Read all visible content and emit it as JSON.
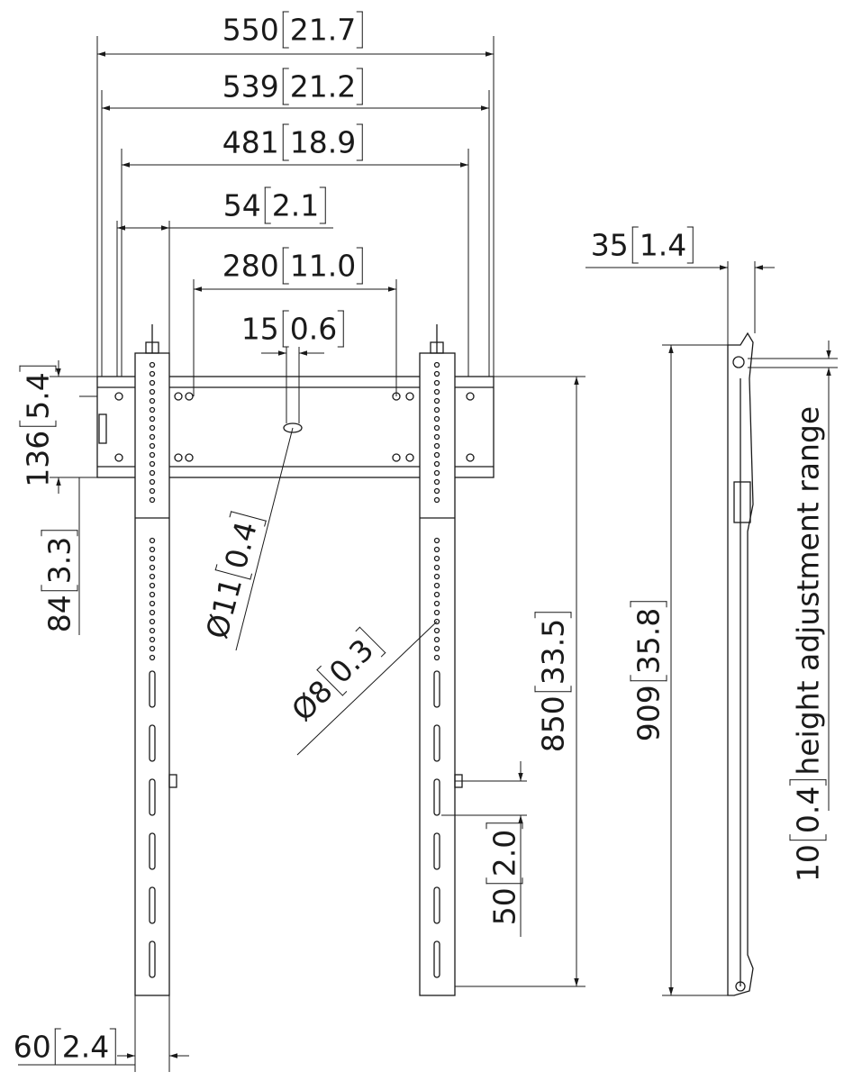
{
  "drawing": {
    "dimensions": {
      "width_overall": {
        "mm": "550",
        "in": "21.7"
      },
      "width_rail": {
        "mm": "539",
        "in": "21.2"
      },
      "width_arms": {
        "mm": "481",
        "in": "18.9"
      },
      "arm_offset": {
        "mm": "54",
        "in": "2.1"
      },
      "hole_spacing": {
        "mm": "280",
        "in": "11.0"
      },
      "center_slot": {
        "mm": "15",
        "in": "0.6"
      },
      "rail_height": {
        "mm": "136",
        "in": "5.4"
      },
      "rail_to_arm": {
        "mm": "84",
        "in": "3.3"
      },
      "hole_diameter_large": {
        "symbol": "Ø",
        "mm": "11",
        "in": "0.4"
      },
      "hole_diameter_small": {
        "symbol": "Ø",
        "mm": "8",
        "in": "0.3"
      },
      "arm_length": {
        "mm": "850",
        "in": "33.5"
      },
      "hole_pitch": {
        "mm": "50",
        "in": "2.0"
      },
      "arm_width": {
        "mm": "60",
        "in": "2.4"
      },
      "depth": {
        "mm": "35",
        "in": "1.4"
      },
      "total_height": {
        "mm": "909",
        "in": "35.8"
      },
      "height_adjustment": {
        "mm": "10",
        "in": "0.4",
        "label": "height adjustment range"
      }
    },
    "line_color": "#1a1a1a"
  }
}
